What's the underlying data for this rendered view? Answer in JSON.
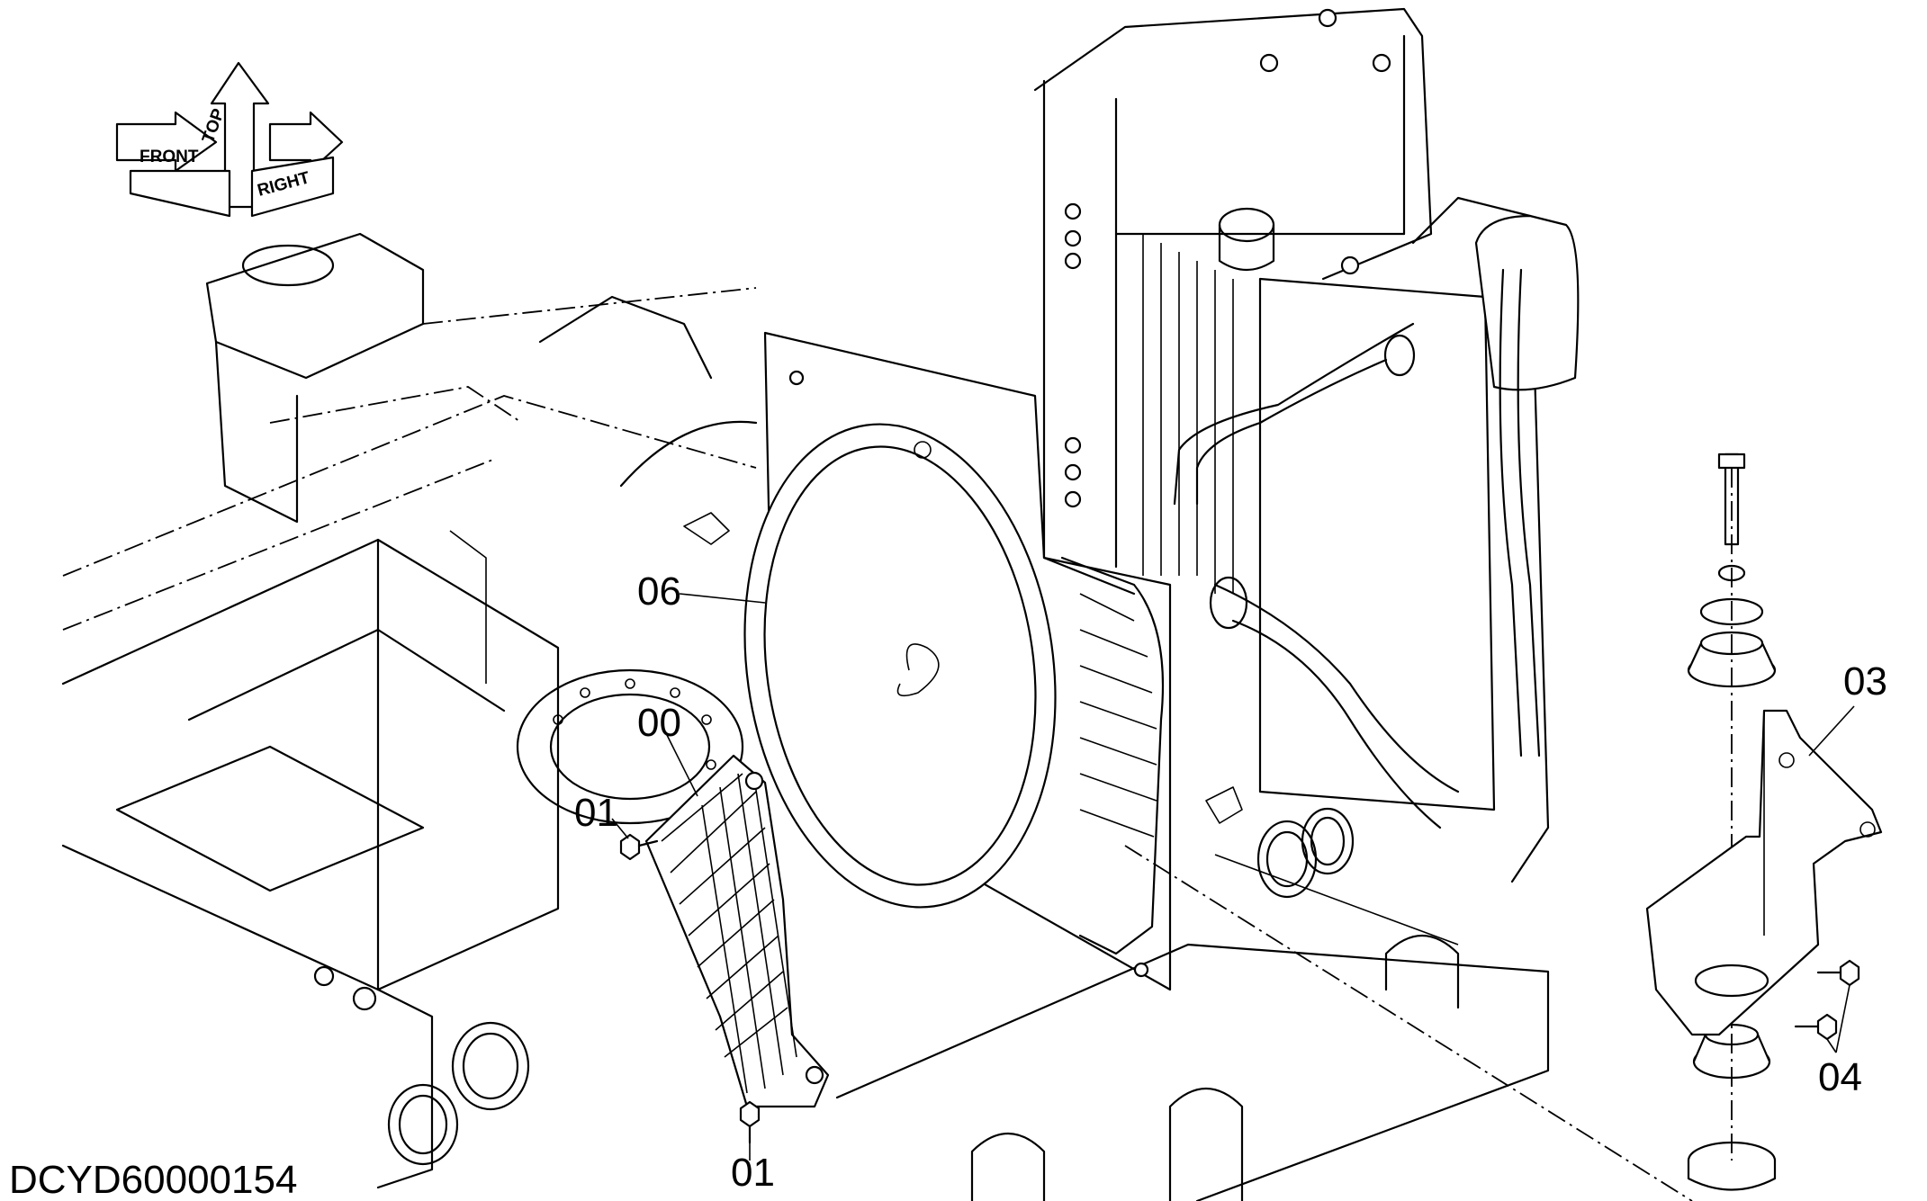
{
  "drawing": {
    "code": "DCYD60000154"
  },
  "orientation": {
    "front": "FRONT",
    "top": "TOP",
    "right": "RIGHT"
  },
  "callouts": [
    {
      "id": "00",
      "text": "00"
    },
    {
      "id": "01a",
      "text": "01"
    },
    {
      "id": "01b",
      "text": "01"
    },
    {
      "id": "03",
      "text": "03"
    },
    {
      "id": "04",
      "text": "04"
    },
    {
      "id": "06",
      "text": "06"
    }
  ]
}
